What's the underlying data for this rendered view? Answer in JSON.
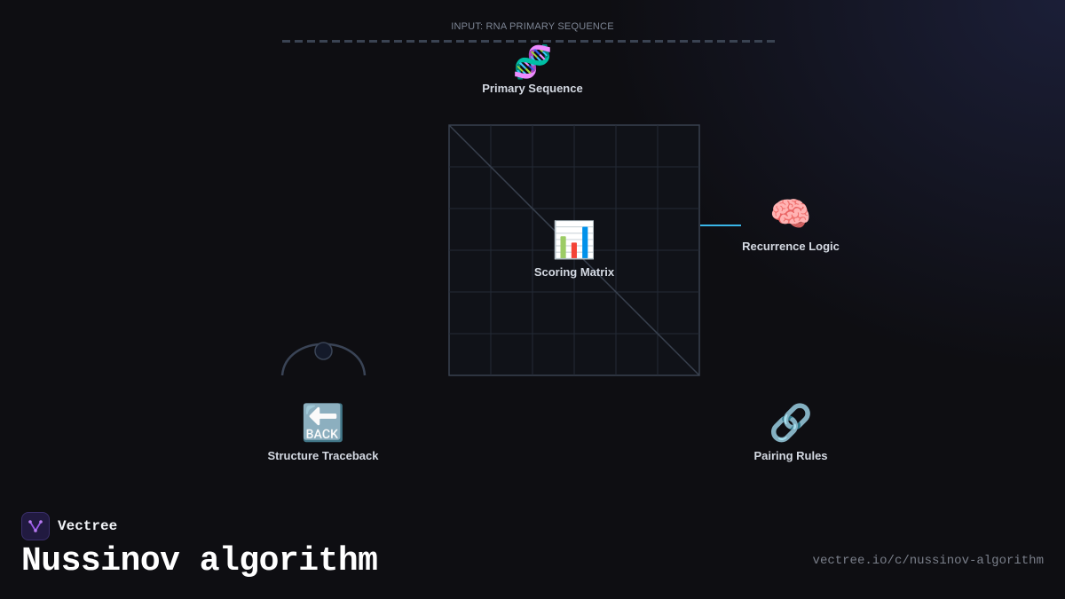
{
  "colors": {
    "background": "#0e0e12",
    "grid_line": "#2a3242",
    "matrix_border": "#39414f",
    "connector_accent": "#39b6e8",
    "label_text": "#d4d9e2",
    "muted_text": "#7d8594",
    "brand_purple": "#8a4fd8"
  },
  "diagram": {
    "input_label": "INPUT: RNA PRIMARY SEQUENCE",
    "nodes": {
      "primary_sequence": {
        "icon": "dna-icon",
        "glyph": "🧬",
        "label": "Primary Sequence"
      },
      "scoring_matrix": {
        "icon": "bar-chart-icon",
        "glyph": "📊",
        "label": "Scoring Matrix"
      },
      "recurrence_logic": {
        "icon": "brain-icon",
        "glyph": "🧠",
        "label": "Recurrence Logic"
      },
      "structure_traceback": {
        "icon": "back-arrow-icon",
        "glyph": "🔙",
        "label": "Structure Traceback"
      },
      "pairing_rules": {
        "icon": "link-icon",
        "glyph": "🔗",
        "label": "Pairing Rules"
      }
    }
  },
  "footer": {
    "brand": "Vectree",
    "brand_icon": "vectree-logo-icon",
    "title": "Nussinov algorithm",
    "url": "vectree.io/c/nussinov-algorithm"
  }
}
